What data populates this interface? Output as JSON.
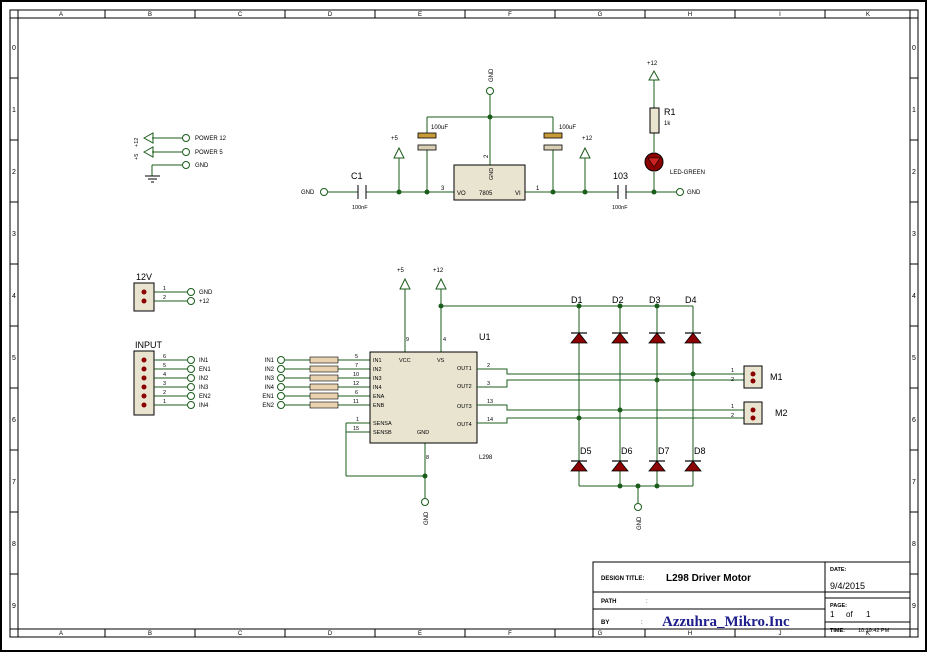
{
  "frame": {
    "columns": [
      "A",
      "B",
      "C",
      "D",
      "E",
      "F",
      "G",
      "H",
      "I",
      "J",
      "K"
    ],
    "rows": [
      "0",
      "1",
      "2",
      "3",
      "4",
      "5",
      "6",
      "7",
      "8",
      "9"
    ]
  },
  "power_symbols": {
    "plus12_label": "+12",
    "plus5_label": "+5",
    "gnd_label": "GND",
    "power12_label": "POWER 12",
    "power5_label": "POWER 5"
  },
  "regulator": {
    "part": "7805",
    "vo": "VO",
    "vi": "VI",
    "gnd": "GND",
    "pin_in": "1",
    "pin_gnd": "2",
    "pin_out": "3",
    "c1_ref": "C1",
    "c1_value": "100nF",
    "c103_ref": "103",
    "c103_value": "100nF",
    "cap_out_value": "100uF",
    "cap_in_value": "100uF",
    "r1_ref": "R1",
    "r1_value": "1k",
    "led_label": "LED-GREEN",
    "gnd_left": "GND",
    "gnd_right": "GND",
    "gnd_top": "GND"
  },
  "conn_12v": {
    "ref": "12V",
    "pins": [
      "1",
      "2"
    ],
    "nets": [
      "GND",
      "+12"
    ]
  },
  "conn_input": {
    "ref": "INPUT",
    "pins": [
      "6",
      "5",
      "4",
      "3",
      "2",
      "1"
    ],
    "nets": [
      "IN1",
      "EN1",
      "IN2",
      "IN3",
      "EN2",
      "IN4"
    ]
  },
  "driver": {
    "ref": "U1",
    "part": "L298",
    "left_pins": [
      {
        "name": "IN1",
        "num": "5",
        "net": "IN1"
      },
      {
        "name": "IN2",
        "num": "7",
        "net": "IN2"
      },
      {
        "name": "IN3",
        "num": "10",
        "net": "IN3"
      },
      {
        "name": "IN4",
        "num": "12",
        "net": "IN4"
      },
      {
        "name": "ENA",
        "num": "6",
        "net": "EN1"
      },
      {
        "name": "ENB",
        "num": "11",
        "net": "EN2"
      }
    ],
    "sense_pins": [
      {
        "name": "SENSA",
        "num": "1"
      },
      {
        "name": "SENSB",
        "num": "15"
      }
    ],
    "right_pins": [
      {
        "name": "OUT1",
        "num": "2"
      },
      {
        "name": "OUT2",
        "num": "3"
      },
      {
        "name": "OUT3",
        "num": "13"
      },
      {
        "name": "OUT4",
        "num": "14"
      }
    ],
    "vcc_name": "VCC",
    "vcc_num": "9",
    "vs_name": "VS",
    "vs_num": "4",
    "gnd_name": "GND",
    "gnd_num": "8",
    "vcc_supply": "+5",
    "vs_supply": "+12",
    "gnd_label": "GND"
  },
  "diodes": {
    "top": [
      "D1",
      "D2",
      "D3",
      "D4"
    ],
    "bottom": [
      "D5",
      "D6",
      "D7",
      "D8"
    ],
    "gnd_label": "GND"
  },
  "motors": [
    {
      "ref": "M1",
      "pins": [
        "1",
        "2"
      ]
    },
    {
      "ref": "M2",
      "pins": [
        "1",
        "2"
      ]
    }
  ],
  "title_block": {
    "design_title_label": "DESIGN TITLE:",
    "design_title": "L298 Driver Motor",
    "path_label": "PATH",
    "path_value": ":",
    "by_label": "BY",
    "by_value": ":",
    "company": "Azzuhra_Mikro.Inc",
    "date_label": "DATE:",
    "date": "9/4/2015",
    "page_label": "PAGE:",
    "page_num": "1",
    "page_of": "of",
    "page_total": "1",
    "time_label": "TIME:",
    "time": "10:19:42 PM"
  }
}
